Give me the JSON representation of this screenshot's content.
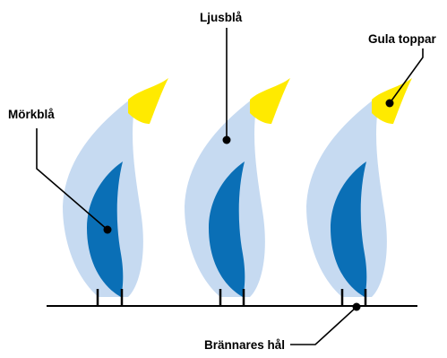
{
  "labels": {
    "light_blue": "Ljusblå",
    "dark_blue": "Mörkblå",
    "yellow_tips": "Gula toppar",
    "burner_holes": "Brännares hål"
  },
  "colors": {
    "outer_flame": "#c6daf1",
    "inner_flame": "#0a6fb6",
    "tip": "#ffea00",
    "line": "#000000"
  },
  "flames": [
    {
      "id": "left",
      "inner_lean": "left"
    },
    {
      "id": "middle",
      "inner_lean": "left"
    },
    {
      "id": "right",
      "inner_lean": "left"
    }
  ]
}
